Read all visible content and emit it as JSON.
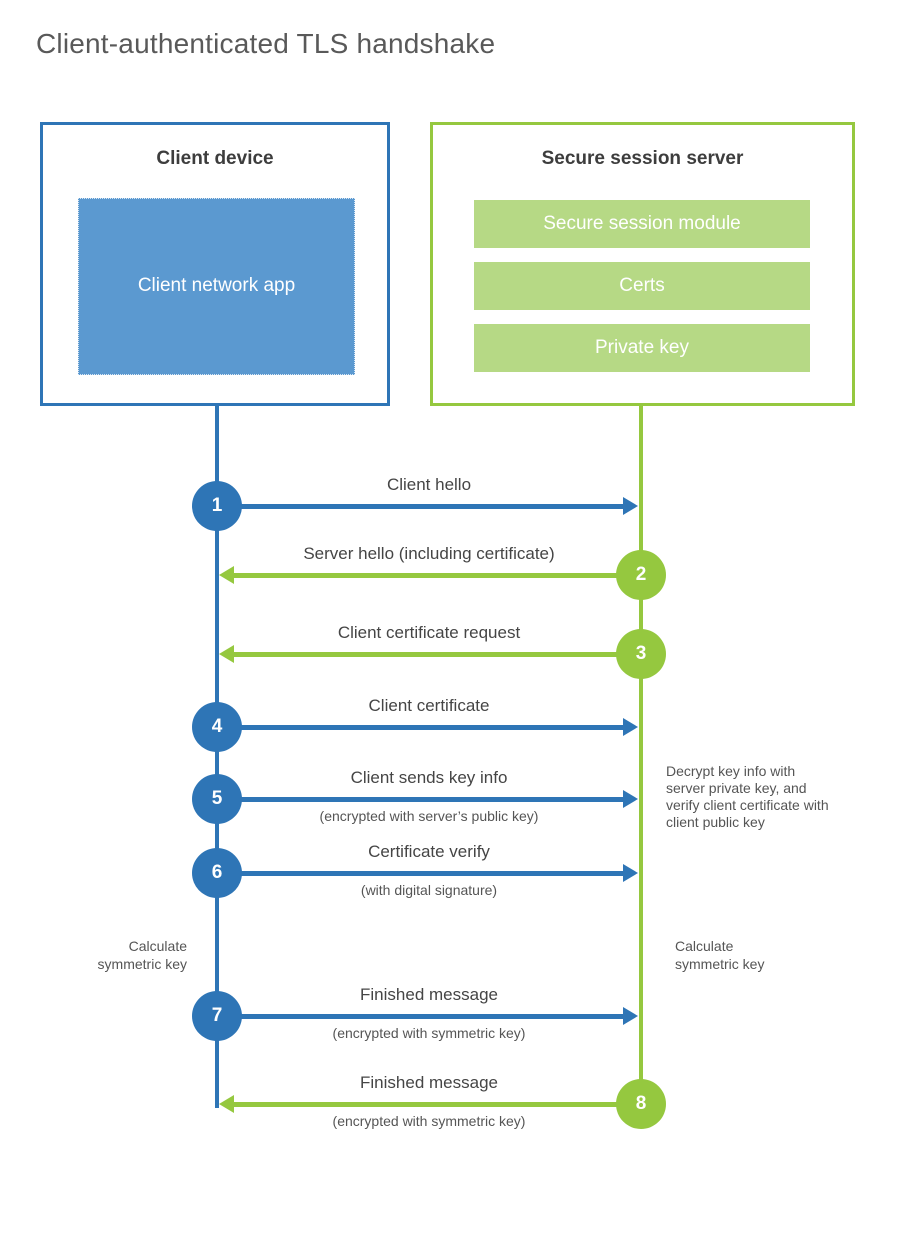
{
  "title": "Client-authenticated TLS handshake",
  "client": {
    "title": "Client device",
    "app": "Client network app"
  },
  "server": {
    "title": "Secure session server",
    "modules": [
      "Secure session module",
      "Certs",
      "Private key"
    ]
  },
  "steps": [
    {
      "num": "1",
      "label": "Client hello",
      "direction": "right"
    },
    {
      "num": "2",
      "label": "Server hello (including certificate)",
      "direction": "left"
    },
    {
      "num": "3",
      "label": "Client certificate request",
      "direction": "left"
    },
    {
      "num": "4",
      "label": "Client certificate",
      "direction": "right"
    },
    {
      "num": "5",
      "label": "Client sends key info",
      "sub": "(encrypted with server’s public key)",
      "direction": "right"
    },
    {
      "num": "6",
      "label": "Certificate verify",
      "sub": "(with digital signature)",
      "direction": "right"
    },
    {
      "num": "7",
      "label": "Finished message",
      "sub": "(encrypted with symmetric key)",
      "direction": "right"
    },
    {
      "num": "8",
      "label": "Finished message",
      "sub": "(encrypted with symmetric key)",
      "direction": "left"
    }
  ],
  "notes": {
    "decrypt": "Decrypt key info with server private key, and verify client certificate with client public key",
    "calc_left": "Calculate symmetric key",
    "calc_right": "Calculate symmetric key"
  },
  "colors": {
    "blue_stroke": "#2e75b6",
    "blue_fill": "#5b99d0",
    "green_stroke": "#95c83f",
    "green_fill": "#b6d985"
  }
}
